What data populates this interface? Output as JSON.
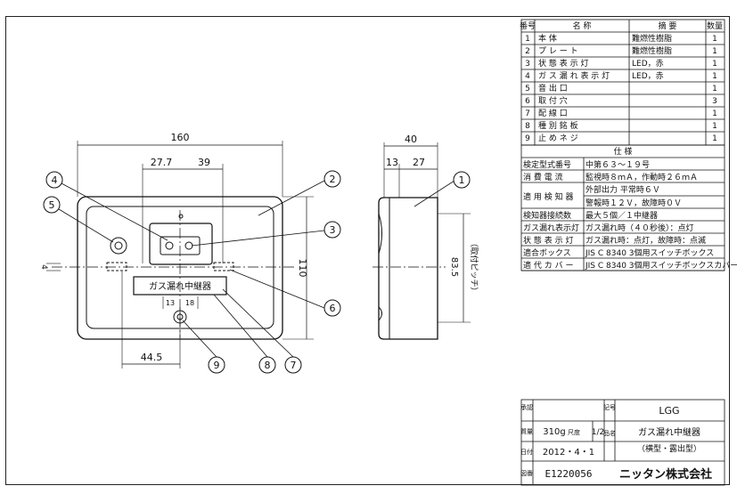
{
  "parts_table": {
    "headers": {
      "no": "番号",
      "name": "名 称",
      "note": "摘 要",
      "qty": "数量"
    },
    "rows": [
      {
        "no": "1",
        "name": "本 体",
        "note": "難燃性樹脂",
        "qty": "1"
      },
      {
        "no": "2",
        "name": "プ レ ー ト",
        "note": "難燃性樹脂",
        "qty": "1"
      },
      {
        "no": "3",
        "name": "状 態 表 示 灯",
        "note": "LED，赤",
        "qty": "1"
      },
      {
        "no": "4",
        "name": "ガ ス 漏 れ 表 示 灯",
        "note": "LED，赤",
        "qty": "1"
      },
      {
        "no": "5",
        "name": "音 出 口",
        "note": "",
        "qty": "1"
      },
      {
        "no": "6",
        "name": "取 付 穴",
        "note": "",
        "qty": "3"
      },
      {
        "no": "7",
        "name": "配 線 口",
        "note": "",
        "qty": "1"
      },
      {
        "no": "8",
        "name": "種 別 銘 板",
        "note": "",
        "qty": "1"
      },
      {
        "no": "9",
        "name": "止 め ネ ジ",
        "note": "",
        "qty": "1"
      }
    ]
  },
  "spec_table": {
    "header": "仕 様",
    "rows": [
      {
        "label": "検定型式番号",
        "value": "中第６３～１９号"
      },
      {
        "label": "消 費 電 流",
        "value": "監視時８ｍＡ，作動時２６ｍＡ"
      },
      {
        "label": "適 用 検 知 器",
        "value": "外部出力 平常時６Ｖ",
        "value2": "警報時１２Ｖ，故障時０Ｖ"
      },
      {
        "label": "検知器接続数",
        "value": "最大５個／１中継器"
      },
      {
        "label": "ガス漏れ表示灯",
        "value": "ガス漏れ時（４０秒後）：点灯"
      },
      {
        "label": "状 態 表 示 灯",
        "value": "ガス漏れ時：点灯，故障時：点滅"
      },
      {
        "label": "適合ボックス",
        "value": "JIS C 8340 3個用スイッチボックス"
      },
      {
        "label": "適 代 カ バ ー",
        "value": "JIS C 8340 3個用スイッチボックスカバー"
      }
    ]
  },
  "title_block": {
    "approval_label": "承認",
    "symbol_label": "記号",
    "symbol": "LGG",
    "mass_label": "質量",
    "mass": "310g",
    "scale_label": "尺度",
    "scale": "1/2",
    "product_label": "品名",
    "product_name": "ガス漏れ中継器",
    "product_type": "（横型・露出型）",
    "date_label": "日付",
    "date": "2012・4・1",
    "drawing_no_label": "図番",
    "drawing_no": "E1220056",
    "company": "ニッタン株式会社"
  },
  "front_view": {
    "dims": {
      "width": "160",
      "d1": "27.7",
      "d2": "39",
      "height": "110",
      "left_hole": "44.5",
      "small1": "13",
      "small2": "18",
      "hole_h": "4"
    },
    "label_plate": "ガス漏れ中継器"
  },
  "side_view": {
    "dims": {
      "depth": "40",
      "d1": "13",
      "d2": "27",
      "pitch": "83.5",
      "pitch_note": "（取付ピッチ）"
    }
  },
  "callouts": [
    "1",
    "2",
    "3",
    "4",
    "5",
    "6",
    "7",
    "8",
    "9"
  ]
}
